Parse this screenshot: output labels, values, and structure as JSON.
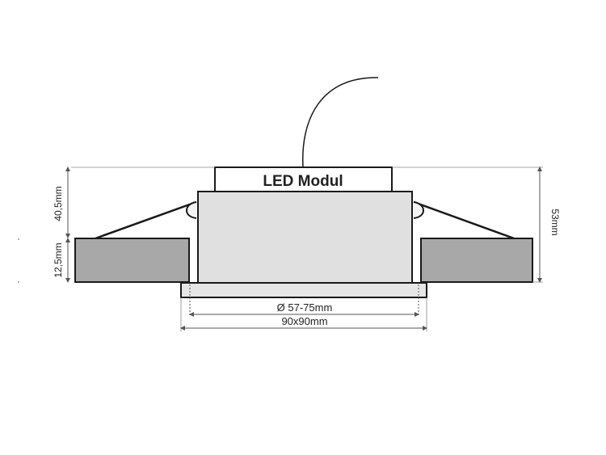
{
  "module_label": "LED Modul",
  "dimensions": {
    "depth_total": "53mm",
    "depth_module": "40,5mm",
    "ceiling_thickness": "12,5mm",
    "cutout_diameter": "Ø 57-75mm",
    "frame_size": "90x90mm"
  },
  "colors": {
    "ceiling": "#a8a8a8",
    "housing": "#e0e0e0",
    "line": "#1a1a1a",
    "dimension_line": "#555555"
  }
}
